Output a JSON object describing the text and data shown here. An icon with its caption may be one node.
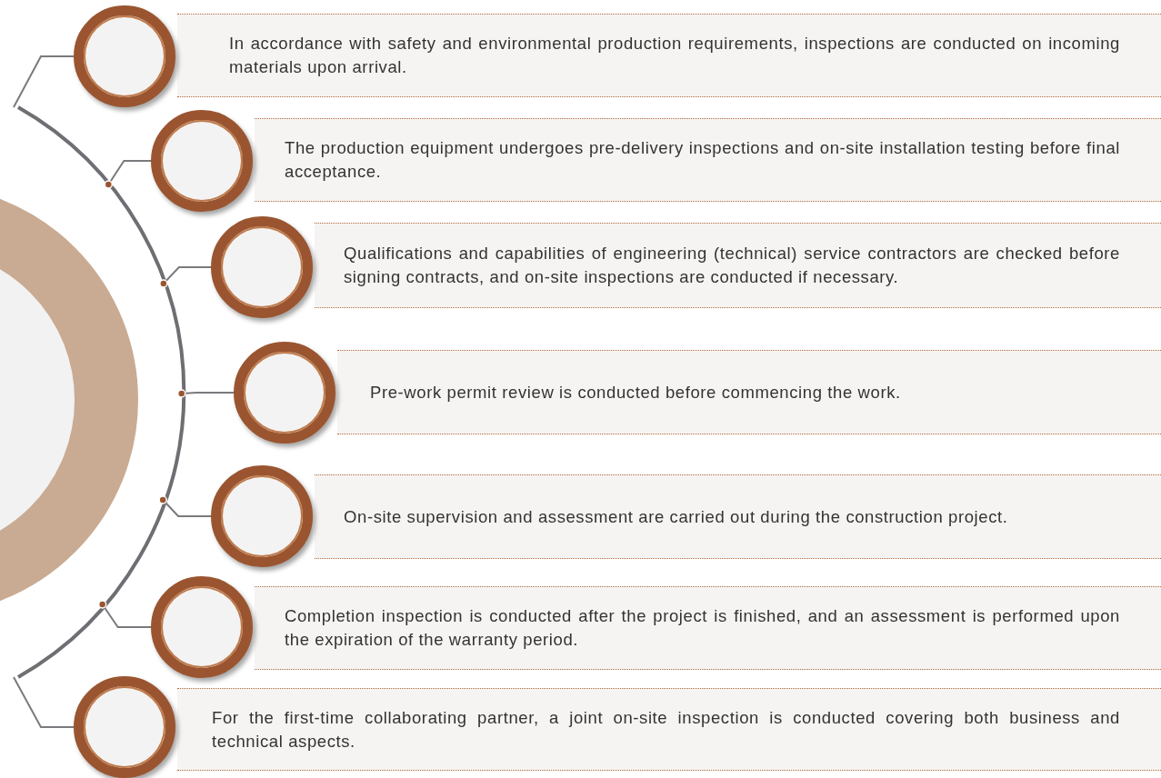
{
  "diagram": {
    "nodes": [
      {
        "text": [],
        "shape": "arc"
      },
      {
        "text": [],
        "shape": "circle"
      },
      {
        "text": [
          "In accordance with safety and environmental production requirements, inspections are conducted on incoming materials upon arrival."
        ]
      },
      {
        "text": [],
        "shape": "circle"
      },
      {
        "text": [
          "The production equipment undergoes pre-delivery inspections and on-site installation testing before final acceptance."
        ]
      },
      {
        "text": [],
        "shape": "circle"
      },
      {
        "text": [
          "Qualifications and capabilities of engineering (technical) service contractors are checked before signing contracts, and on-site inspections are conducted if necessary."
        ]
      },
      {
        "text": [],
        "shape": "circle"
      },
      {
        "text": [
          "Pre-work permit review is conducted before commencing the work."
        ]
      },
      {
        "text": [],
        "shape": "circle"
      },
      {
        "text": [
          "On-site supervision and assessment are carried out during the construction project."
        ]
      },
      {
        "text": [],
        "shape": "circle"
      },
      {
        "text": [
          "Completion inspection is conducted after the project is finished, and an assessment is performed upon the expiration of the warranty period."
        ]
      },
      {
        "text": [],
        "shape": "circle"
      },
      {
        "text": [
          "For the first-time collaborating partner, a joint on-site inspection is conducted covering both business and technical aspects."
        ]
      }
    ],
    "edges": [
      {
        "from": 0,
        "to": 1,
        "arrow": "none"
      },
      {
        "from": 0,
        "to": 3,
        "arrow": "none"
      },
      {
        "from": 0,
        "to": 5,
        "arrow": "none"
      },
      {
        "from": 0,
        "to": 7,
        "arrow": "none"
      },
      {
        "from": 0,
        "to": 9,
        "arrow": "none"
      },
      {
        "from": 0,
        "to": 11,
        "arrow": "none"
      },
      {
        "from": 0,
        "to": 13,
        "arrow": "none"
      }
    ]
  }
}
